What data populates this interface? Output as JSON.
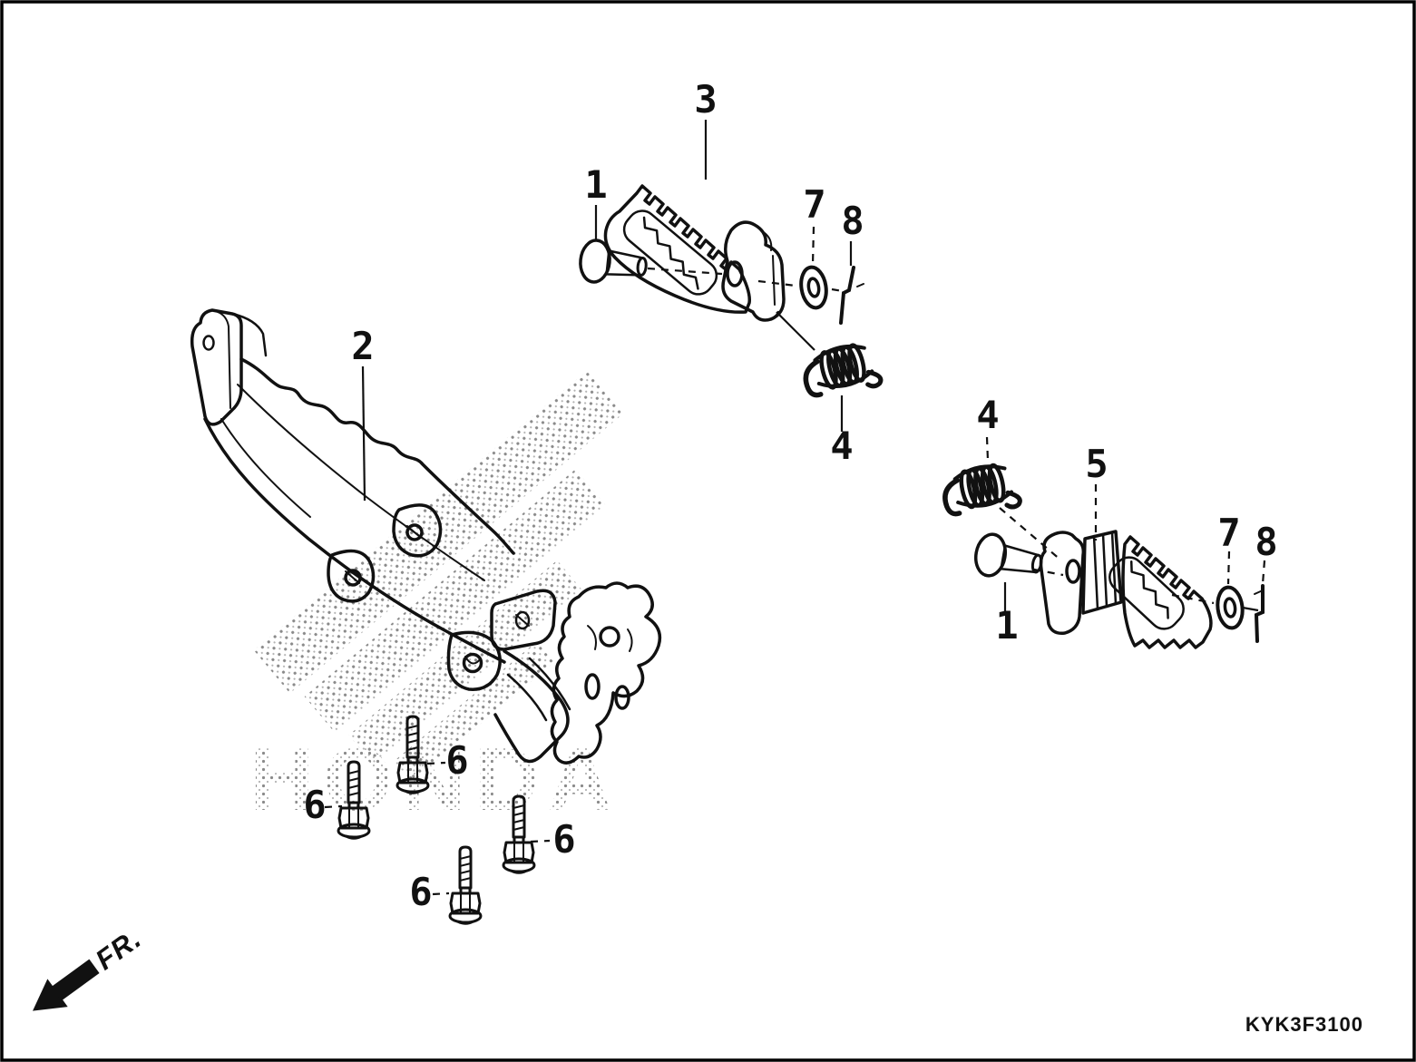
{
  "diagram": {
    "part_code": "KYK3F3100",
    "front_marker": "FR.",
    "watermark_text": "HONDA",
    "colors": {
      "background": "#ffffff",
      "line": "#111111",
      "watermark_dot": "#8a8a8a"
    }
  },
  "callouts": [
    {
      "ref": "1",
      "part": "pivot-bolt-left"
    },
    {
      "ref": "3",
      "part": "footpeg-left"
    },
    {
      "ref": "7",
      "part": "washer-left"
    },
    {
      "ref": "8",
      "part": "pin-left"
    },
    {
      "ref": "4",
      "part": "spring-left"
    },
    {
      "ref": "2",
      "part": "step-bracket"
    },
    {
      "ref": "4",
      "part": "spring-right"
    },
    {
      "ref": "5",
      "part": "footpeg-right"
    },
    {
      "ref": "7",
      "part": "washer-right"
    },
    {
      "ref": "8",
      "part": "pin-right"
    },
    {
      "ref": "1",
      "part": "pivot-bolt-right"
    },
    {
      "ref": "6",
      "part": "flange-bolt-a"
    },
    {
      "ref": "6",
      "part": "flange-bolt-b"
    },
    {
      "ref": "6",
      "part": "flange-bolt-c"
    },
    {
      "ref": "6",
      "part": "flange-bolt-d"
    }
  ]
}
